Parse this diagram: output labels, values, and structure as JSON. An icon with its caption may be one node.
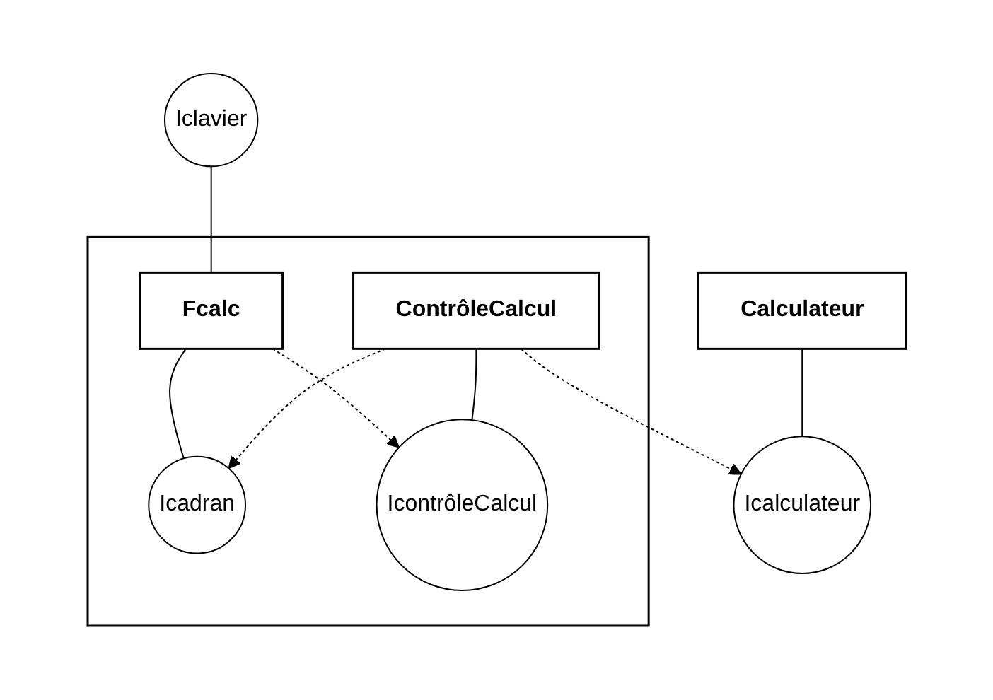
{
  "diagram": {
    "nodes": [
      {
        "text": [],
        "shape": "box"
      },
      {
        "text": [
          "Iclavier"
        ]
      },
      {
        "text": [
          "Fcalc"
        ],
        "in": 0
      },
      {
        "text": [
          "Icadran"
        ],
        "in": 0
      },
      {
        "text": [
          "IcontrôleCalcul"
        ],
        "in": 0
      },
      {
        "text": [
          "ContrôleCalcul"
        ],
        "in": 0
      },
      {
        "text": [
          "Icalculateur"
        ]
      },
      {
        "text": [
          "Calculateur"
        ]
      }
    ],
    "edges": [
      {
        "from": 1,
        "to": 2,
        "arrow": "none"
      },
      {
        "from": 2,
        "to": 3,
        "arrow": "none"
      },
      {
        "from": 2,
        "to": 4,
        "arrow": "to",
        "style": "dashed"
      },
      {
        "from": 5,
        "to": 4,
        "arrow": "none"
      },
      {
        "from": 5,
        "to": 3,
        "arrow": "to",
        "style": "dashed"
      },
      {
        "from": 5,
        "to": 6,
        "arrow": "to",
        "style": "dashed"
      },
      {
        "from": 7,
        "to": 6,
        "arrow": "none"
      }
    ]
  }
}
